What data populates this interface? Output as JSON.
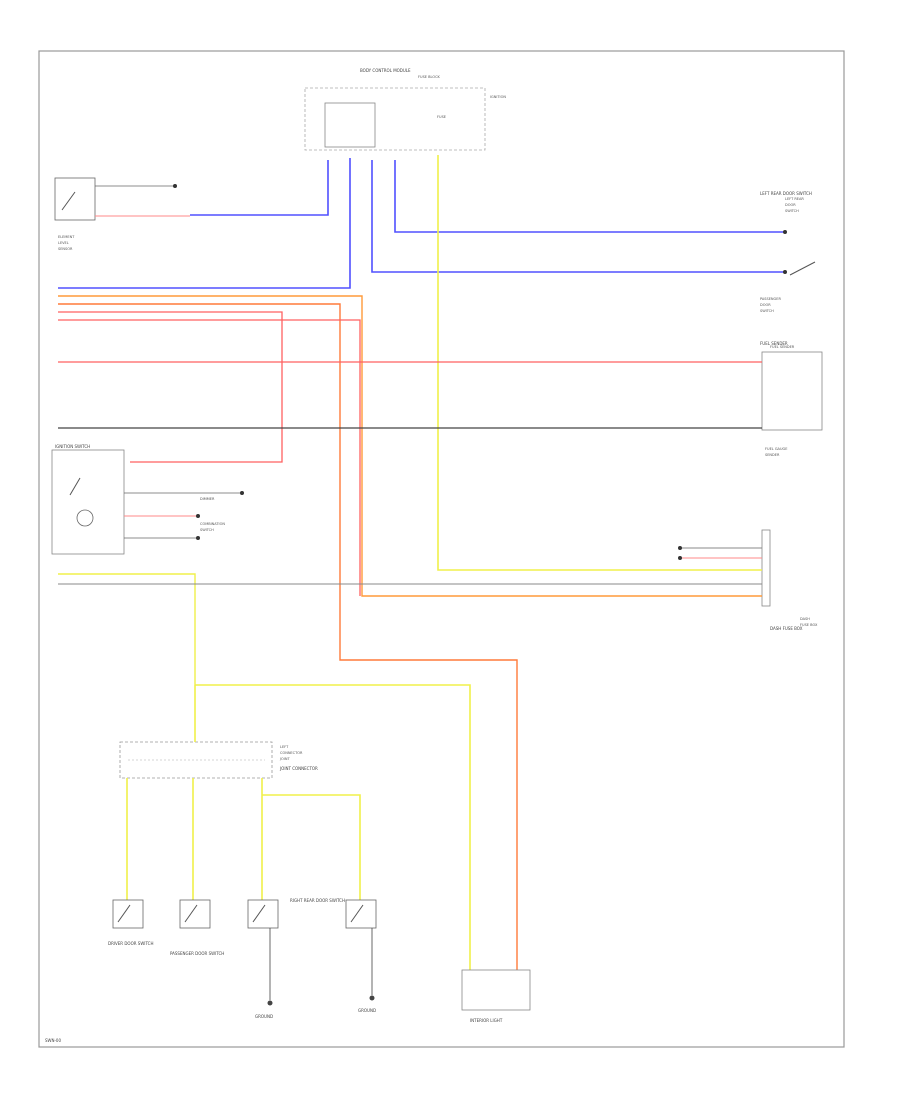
{
  "colors": {
    "blue": "#4b4bff",
    "yellow": "#f2f25a",
    "red": "#ff5a5a",
    "orange": "#ff9a3a",
    "gray": "#888888",
    "dark": "#333333",
    "frame": "#999999"
  },
  "labels": {
    "body_control_module": "BODY CONTROL MODULE",
    "ignition_switch": "IGNITION SWITCH",
    "left_rear_door": "LEFT REAR DOOR SWITCH",
    "right_rear_door": "RIGHT REAR DOOR SWITCH",
    "driver_door": "DRIVER DOOR SWITCH",
    "passenger_door": "PASSENGER DOOR SWITCH",
    "fuel_sender": "FUEL SENDER",
    "dash_fuse": "DASH FUSE BOX",
    "joint_connector": "JOINT CONNECTOR",
    "ground_1": "GROUND",
    "ground_2": "GROUND",
    "interior_light": "INTERIOR LIGHT",
    "bottom_corner": "SWN-00"
  }
}
